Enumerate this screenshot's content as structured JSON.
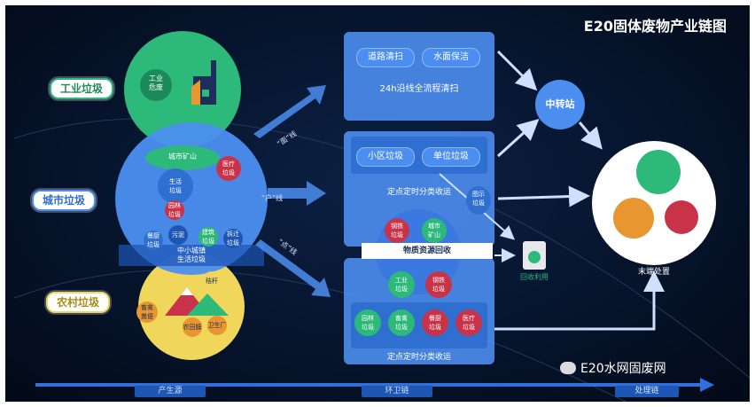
{
  "title": "E20固体废物产业链图",
  "sources": {
    "industrial": "工业垃圾",
    "urban": "城市垃圾",
    "rural": "农村垃圾"
  },
  "industrial_circle": {
    "items": [
      "工业\n危废"
    ],
    "ring_label": "城市矿山"
  },
  "urban_circle": {
    "items": [
      "生活\n垃圾",
      "医疗\n垃圾",
      "园林\n垃圾",
      "餐厨\n垃圾",
      "污泥",
      "建筑\n垃圾",
      "拆迁\n垃圾"
    ],
    "band_label": "中小城镇\n生活垃圾"
  },
  "rural_circle": {
    "items": [
      "畜禽\n粪便",
      "秸秆",
      "农田膜",
      "卫生厂"
    ]
  },
  "flow_labels": {
    "upper": "“面”线",
    "middle": "“户”线",
    "lower": "“点”线"
  },
  "box_top": {
    "pills": [
      "道路清扫",
      "水面保洁"
    ],
    "caption": "24h沿线全流程清扫"
  },
  "box_mid": {
    "pills": [
      "小区垃圾",
      "单位垃圾"
    ],
    "caption": "定点定时分类收运"
  },
  "recycle": {
    "items": [
      "钢铁\n垃圾",
      "城市\n矿山"
    ],
    "caption": "物质资源回收"
  },
  "box_bottom": {
    "top_items": [
      "工业\n垃圾",
      "钢铁\n垃圾"
    ],
    "bottom_items": [
      "园林\n垃圾",
      "畜禽\n垃圾",
      "餐厨\n垃圾",
      "医疗\n垃圾"
    ],
    "caption": "定点定时分类收运"
  },
  "transfer_station": "中转站",
  "side_node": "图示\n垃圾",
  "recycle_bin_label": "回收利用",
  "final_disposal": "末端处置",
  "watermark": "E20水网固废网",
  "stages": [
    "产生源",
    "环卫链",
    "处理链"
  ],
  "colors": {
    "bg": "#06142c",
    "green": "#2db97a",
    "blue": "#4c8ef0",
    "yellow": "#f0d65a",
    "orange": "#e8962f",
    "red": "#c9334a"
  }
}
